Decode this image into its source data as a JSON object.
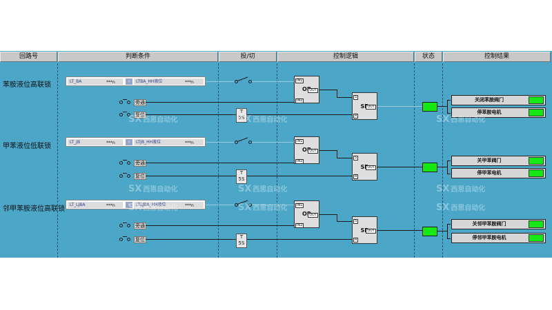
{
  "header": {
    "circuit_no": "回路号",
    "condition": "判断条件",
    "switch": "投/切",
    "logic": "控制逻辑",
    "status": "状态",
    "result": "控制结果"
  },
  "rows": [
    {
      "label": "苯胺液位高联锁",
      "cond_left": "LT_BA",
      "cond_left_value": "***n",
      "cond_right": "LTBA_HH液位",
      "cond_right_value": "***n",
      "tag_upper": "旁通",
      "tag_lower": "复位",
      "timer_top": "T",
      "timer_bottom": "5S",
      "or_label": "OR",
      "sr_label": "SR",
      "results": [
        "关闭苯胺阀门",
        "停苯胺电机"
      ]
    },
    {
      "label": "甲苯液位低联锁",
      "cond_left": "LT_JB",
      "cond_left_value": "***n",
      "cond_right": "LTJB_HH液位",
      "cond_right_value": "***n",
      "tag_upper": "旁通",
      "tag_lower": "复位",
      "timer_top": "T",
      "timer_bottom": "5S",
      "or_label": "OR",
      "sr_label": "SR",
      "results": [
        "关甲苯阀门",
        "停甲苯电机"
      ]
    },
    {
      "label": "邻甲苯胺液位高联锁",
      "cond_left": "LT_LJBA",
      "cond_left_value": "***n",
      "cond_right": "LTLJBA_HH液位",
      "cond_right_value": "***n",
      "tag_upper": "旁通",
      "tag_lower": "复位",
      "timer_top": "T",
      "timer_bottom": "5S",
      "or_label": "OR",
      "sr_label": "SR",
      "results": [
        "关邻甲苯胺阀门",
        "停邻甲苯胺电机"
      ]
    }
  ],
  "pins": {
    "in1": "IN1",
    "in2": "IN2",
    "out": "OUT",
    "s": "S",
    "r": "R"
  },
  "watermark": "西思自动化",
  "watermark_logo": "SX",
  "colors": {
    "panel": "#4ba6c8",
    "status_on": "#15e815"
  }
}
